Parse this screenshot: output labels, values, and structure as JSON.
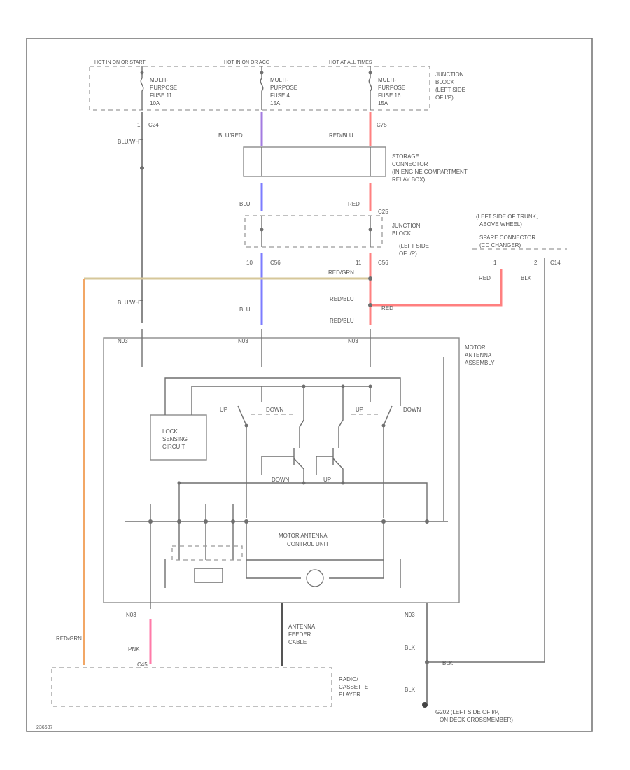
{
  "top_bus_labels": [
    "HOT IN ON OR START",
    "HOT IN ON OR ACC",
    "HOT AT ALL TIMES"
  ],
  "fuses": [
    {
      "line1": "MULTI-",
      "line2": "PURPOSE",
      "line3": "FUSE 11",
      "line4": "10A"
    },
    {
      "line1": "MULTI-",
      "line2": "PURPOSE",
      "line3": "FUSE 4",
      "line4": "15A"
    },
    {
      "line1": "MULTI-",
      "line2": "PURPOSE",
      "line3": "FUSE 16",
      "line4": "15A"
    }
  ],
  "junction_block_top": [
    "JUNCTION",
    "BLOCK",
    "(LEFT SIDE",
    "OF I/P)"
  ],
  "storage_connector": [
    "STORAGE",
    "CONNECTOR",
    "(IN ENGINE COMPARTMENT",
    "RELAY BOX)"
  ],
  "junction_block_mid": [
    "JUNCTION",
    "BLOCK",
    "(LEFT SIDE",
    "OF I/P)"
  ],
  "spare_connector": [
    "(LEFT SIDE OF TRUNK,",
    "ABOVE WHEEL)",
    "SPARE CONNECTOR",
    "(CD CHANGER)"
  ],
  "motor_assembly": [
    "MOTOR",
    "ANTENNA",
    "ASSEMBLY"
  ],
  "lock_circuit": [
    "LOCK",
    "SENSING",
    "CIRCUIT"
  ],
  "control_unit": [
    "MOTOR ANTENNA",
    "CONTROL UNIT"
  ],
  "feeder_cable": [
    "ANTENNA",
    "FEEDER",
    "CABLE"
  ],
  "radio": [
    "RADIO/",
    "CASSETTE",
    "PLAYER"
  ],
  "ground": [
    "G202  (LEFT SIDE OF I/P,",
    "ON DECK CROSSMEMBER)"
  ],
  "wire_labels": {
    "blu_wht": "BLU/WHT",
    "blu_wht_2": "BLU/WHT",
    "blu_red": "BLU/RED",
    "red_blu": "RED/BLU",
    "blu": "BLU",
    "blu_2": "BLU",
    "red": "RED",
    "red_grn": "RED/GRN",
    "red_blu_2": "RED/BLU",
    "red_blu_3": "RED/BLU",
    "red_3": "RED",
    "red_4": "RED",
    "blk": "BLK",
    "pnk": "PNK",
    "red_grn_2": "RED/GRN",
    "blk_2": "BLK",
    "blk_3": "BLK",
    "blk_4": "BLK"
  },
  "connector_labels": {
    "c24": "C24",
    "c75": "C75",
    "c25": "C25",
    "c56": "C56",
    "c56b": "C56",
    "c14": "C14",
    "c45": "C45",
    "n03a": "N03",
    "n03b": "N03",
    "n03c": "N03",
    "n03d": "N03",
    "n03e": "N03"
  },
  "switch_labels": {
    "up1": "UP",
    "down1": "DOWN",
    "up2": "UP",
    "down2": "DOWN",
    "down3": "DOWN",
    "up3": "UP"
  },
  "pin_labels": {
    "p1": "1",
    "p2": "2",
    "p3": "10",
    "p4": "11",
    "p5": "1"
  },
  "footer_code": "236687",
  "colors": {
    "blue": "#7c7cff",
    "purple": "#a37be0",
    "red": "#ff8080",
    "tan": "#d6c79a",
    "orange": "#f2a766",
    "pink": "#ff7aa8",
    "gray": "#8a8a8a",
    "dark": "#555555"
  }
}
